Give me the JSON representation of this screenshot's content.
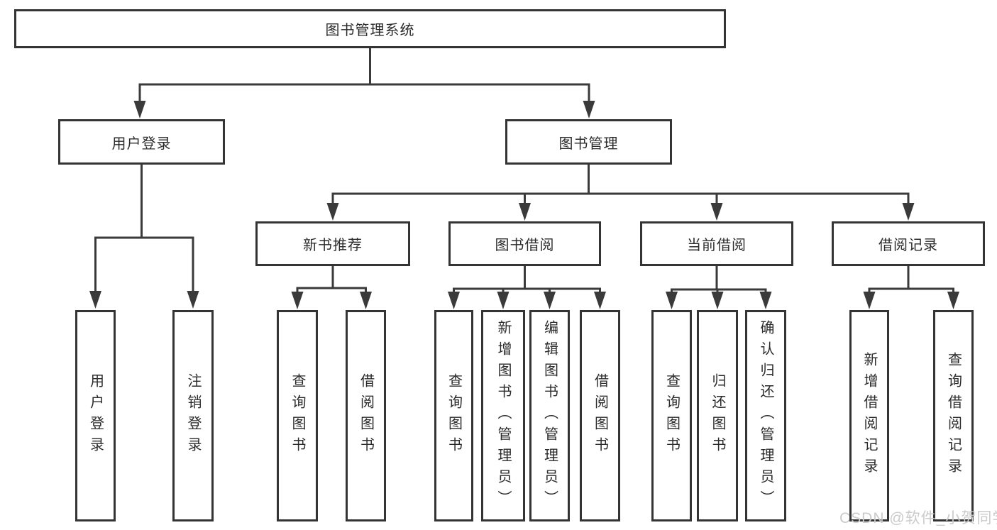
{
  "tree": {
    "label": "图书管理系统",
    "children": [
      {
        "label": "用户登录",
        "children": [
          {
            "label": "用户登录"
          },
          {
            "label": "注销登录"
          }
        ]
      },
      {
        "label": "图书管理",
        "children": [
          {
            "label": "新书推荐",
            "children": [
              {
                "label": "查询图书"
              },
              {
                "label": "借阅图书"
              }
            ]
          },
          {
            "label": "图书借阅",
            "children": [
              {
                "label": "查询图书"
              },
              {
                "label": "新增图书（管理员）"
              },
              {
                "label": "编辑图书（管理员）"
              },
              {
                "label": "借阅图书"
              }
            ]
          },
          {
            "label": "当前借阅",
            "children": [
              {
                "label": "查询图书"
              },
              {
                "label": "归还图书"
              },
              {
                "label": "确认归还（管理员）"
              }
            ]
          },
          {
            "label": "借阅记录",
            "children": [
              {
                "label": "新增借阅记录"
              },
              {
                "label": "查询借阅记录"
              }
            ]
          }
        ]
      }
    ]
  },
  "watermark": "CSDN @软件_小贺同学",
  "colors": {
    "line": "#3a3a3a",
    "box_border": "#343434",
    "text": "#2b2b2b",
    "background": "#ffffff",
    "watermark": "#cbcbcb"
  }
}
